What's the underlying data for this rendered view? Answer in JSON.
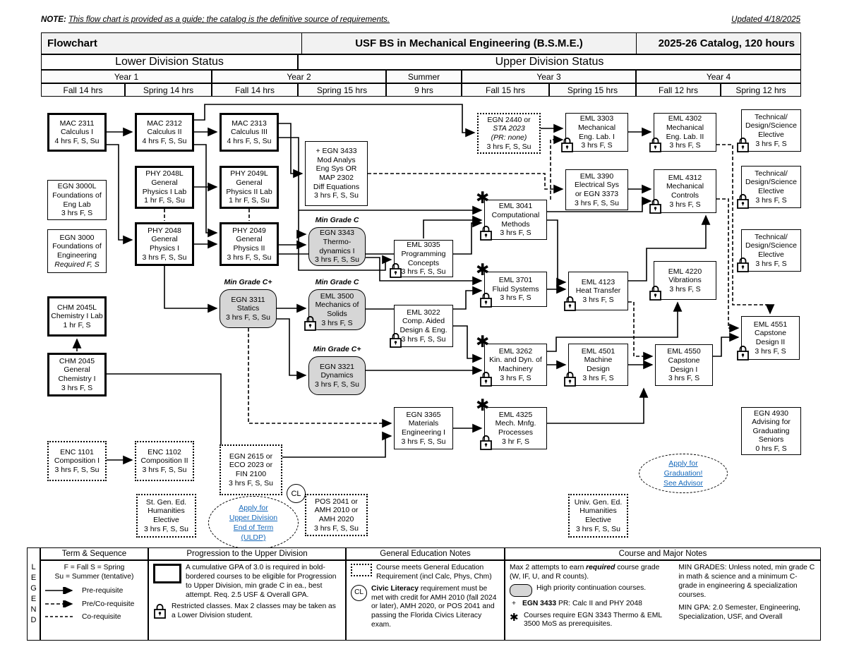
{
  "note": {
    "prefix": "NOTE:",
    "text": "This flow chart is provided as a guide; the catalog is the definitive source of requirements.",
    "updated": "Updated 4/18/2025"
  },
  "title_bar": {
    "left": "Flowchart",
    "center": "USF BS in Mechanical Engineering (B.S.M.E.)",
    "right": "2025-26 Catalog, 120 hours"
  },
  "division_row": [
    "Lower Division Status",
    "Upper Division Status"
  ],
  "year_row": [
    "Year 1",
    "Year 2",
    "Summer",
    "Year 3",
    "Year 4"
  ],
  "term_row": [
    "Fall 14 hrs",
    "Spring 14 hrs",
    "Fall 14 hrs",
    "Spring 15 hrs",
    "9 hrs",
    "Fall 15 hrs",
    "Spring 15 hrs",
    "Fall 12 hrs",
    "Spring 12 hrs"
  ],
  "courses": [
    {
      "id": "mac2311",
      "style": "bold",
      "lines": [
        "MAC 2311",
        "Calculus I",
        "4 hrs  F, S, Su"
      ]
    },
    {
      "id": "mac2312",
      "style": "bold",
      "lines": [
        "MAC 2312",
        "Calculus II",
        "4 hrs  F, S, Su"
      ]
    },
    {
      "id": "mac2313",
      "style": "bold",
      "lines": [
        "MAC 2313",
        "Calculus III",
        "4 hrs  F, S, Su"
      ]
    },
    {
      "id": "egn3433",
      "style": "thin",
      "lines": [
        "+ EGN 3433",
        "Mod Analys",
        "Eng Sys OR",
        "MAP 2302",
        "Diff Equations",
        "3 hrs  F, S, Su"
      ]
    },
    {
      "id": "phy2048l",
      "style": "bold",
      "lines": [
        "PHY 2048L",
        "General",
        "Physics I Lab",
        "1 hr   F, S, Su"
      ]
    },
    {
      "id": "phy2049l",
      "style": "bold",
      "lines": [
        "PHY 2049L",
        "General",
        "Physics II Lab",
        "1 hr   F, S, Su"
      ]
    },
    {
      "id": "egn3000l",
      "style": "thin",
      "lines": [
        "EGN 3000L",
        "Foundations of",
        "Eng Lab",
        "3 hrs   F, S"
      ]
    },
    {
      "id": "egn3000",
      "style": "thin",
      "lines": [
        "EGN 3000",
        "Foundations of",
        "Engineering",
        "Required  F, S"
      ],
      "italic_lines": [
        3
      ]
    },
    {
      "id": "phy2048",
      "style": "bold",
      "lines": [
        "PHY 2048",
        "General",
        "Physics I",
        "3 hrs  F, S, Su"
      ]
    },
    {
      "id": "phy2049",
      "style": "bold",
      "lines": [
        "PHY 2049",
        "General",
        "Physics II",
        "3 hrs  F, S, Su"
      ]
    },
    {
      "id": "egn3343",
      "style": "gray",
      "min_grade": "Min Grade C",
      "lines": [
        "EGN 3343",
        "Thermo-",
        "dynamics I",
        "3 hrs  F, S, Su"
      ]
    },
    {
      "id": "eml3035",
      "style": "thin",
      "lock": true,
      "lines": [
        "EML 3035",
        "Programming",
        "Concepts",
        "3 hrs  F, S, Su"
      ]
    },
    {
      "id": "egn3311",
      "style": "gray",
      "min_grade": "Min Grade C+",
      "lines": [
        "EGN 3311",
        "Statics",
        "3 hrs   F, S, Su"
      ]
    },
    {
      "id": "eml3500",
      "style": "gray",
      "min_grade": "Min Grade C",
      "lock": true,
      "lines": [
        "EML 3500",
        "Mechanics of",
        "Solids",
        "3 hrs F, S"
      ]
    },
    {
      "id": "eml3022",
      "style": "thin",
      "lock": true,
      "lines": [
        "EML 3022",
        "Comp. Aided",
        "Design & Eng.",
        "3 hrs F, S, Su"
      ]
    },
    {
      "id": "egn3321",
      "style": "gray",
      "min_grade": "Min Grade C+",
      "lines": [
        "EGN 3321",
        "Dynamics",
        "3 hrs  F, S, Su"
      ]
    },
    {
      "id": "chm2045l",
      "style": "bold",
      "lines": [
        "CHM 2045L",
        "Chemistry I Lab",
        "1 hr   F, S"
      ]
    },
    {
      "id": "chm2045",
      "style": "bold",
      "lines": [
        "CHM 2045",
        "General",
        "Chemistry I",
        "3 hrs   F, S"
      ]
    },
    {
      "id": "egn2440",
      "style": "dotted",
      "lines": [
        "EGN 2440 or",
        "STA 2023",
        "(PR: none)",
        "3 hrs  F, S, Su"
      ],
      "italic_lines": [
        1,
        2
      ]
    },
    {
      "id": "eml3303",
      "style": "thin",
      "lock": true,
      "lines": [
        "EML 3303",
        "Mechanical",
        "Eng. Lab. I",
        "3 hrs F, S"
      ]
    },
    {
      "id": "eml4302",
      "style": "thin",
      "lock": true,
      "lines": [
        "EML 4302",
        "Mechanical",
        "Eng. Lab. II",
        "3 hrs F, S"
      ]
    },
    {
      "id": "tech1",
      "style": "thin",
      "lock": true,
      "lines": [
        "Technical/",
        "Design/Science",
        "Elective",
        "3 hrs F, S"
      ]
    },
    {
      "id": "eml3390",
      "style": "thin",
      "lines": [
        "EML 3390",
        "Electrical Sys",
        "or EGN 3373",
        "3 hrs  F, S, Su"
      ]
    },
    {
      "id": "eml4312",
      "style": "thin",
      "lock": true,
      "lines": [
        "EML 4312",
        "Mechanical",
        "Controls",
        "3 hrs  F, S"
      ]
    },
    {
      "id": "tech2",
      "style": "thin",
      "lock": true,
      "lines": [
        "Technical/",
        "Design/Science",
        "Elective",
        "3 hrs F, S"
      ]
    },
    {
      "id": "eml3041",
      "style": "thin",
      "lock": true,
      "asterisk": true,
      "lines": [
        "EML 3041",
        "Computational",
        "Methods",
        "3 hrs  F, S"
      ]
    },
    {
      "id": "tech3",
      "style": "thin",
      "lock": true,
      "lines": [
        "Technical/",
        "Design/Science",
        "Elective",
        "3 hrs F, S"
      ]
    },
    {
      "id": "eml3701",
      "style": "thin",
      "lock": true,
      "asterisk": true,
      "lines": [
        "EML 3701",
        "Fluid Systems",
        "3 hrs F, S"
      ]
    },
    {
      "id": "eml4123",
      "style": "thin",
      "lock": true,
      "lines": [
        "EML 4123",
        "Heat Transfer",
        "3 hrs  F, S"
      ]
    },
    {
      "id": "eml4220",
      "style": "thin",
      "lock": true,
      "lines": [
        "EML 4220",
        "Vibrations",
        "3 hrs F, S"
      ]
    },
    {
      "id": "eml3262",
      "style": "thin",
      "lock": true,
      "asterisk": true,
      "lines": [
        "EML 3262",
        "Kin. and Dyn. of",
        "Machinery",
        "3 hrs F, S"
      ]
    },
    {
      "id": "eml4501",
      "style": "thin",
      "lock": true,
      "lines": [
        "EML 4501",
        "Machine",
        "Design",
        "3 hrs F, S"
      ]
    },
    {
      "id": "eml4550",
      "style": "thin",
      "lines": [
        "EML 4550",
        "Capstone",
        "Design I",
        "3 hrs  F, S"
      ]
    },
    {
      "id": "eml4551",
      "style": "thin",
      "lock": true,
      "lines": [
        "EML 4551",
        "Capstone",
        "Design II",
        "3 hrs F, S"
      ]
    },
    {
      "id": "egn3365",
      "style": "thin",
      "lines": [
        "EGN 3365",
        "Materials",
        "Engineering I",
        "3 hrs   F, S, Su"
      ]
    },
    {
      "id": "eml4325",
      "style": "thin",
      "lock": true,
      "asterisk": true,
      "lines": [
        "EML 4325",
        "Mech. Mnfg.",
        "Processes",
        "3 hr F, S"
      ]
    },
    {
      "id": "egn4930",
      "style": "thin",
      "lines": [
        "EGN 4930",
        "Advising for",
        "Graduating",
        "Seniors",
        "0 hrs F, S"
      ]
    },
    {
      "id": "enc1101",
      "style": "dotted",
      "lines": [
        "ENC 1101",
        "Composition I",
        "3 hrs  F, S, Su"
      ]
    },
    {
      "id": "enc1102",
      "style": "dotted",
      "lines": [
        "ENC 1102",
        "Composition II",
        "3 hrs  F, S, Su"
      ]
    },
    {
      "id": "egn2615",
      "style": "dotted",
      "lines": [
        "EGN 2615 or",
        "ECO 2023 or",
        "FIN 2100",
        "3 hrs  F, S, Su"
      ]
    },
    {
      "id": "stgened",
      "style": "dotted",
      "lines": [
        "St. Gen. Ed.",
        "Humanities",
        "Elective",
        "3 hrs  F, S, Su"
      ]
    },
    {
      "id": "pos2041",
      "style": "dotted",
      "lines": [
        "POS 2041 or",
        "AMH 2010 or",
        "AMH 2020",
        "3 hrs  F, S, Su"
      ]
    },
    {
      "id": "univgened",
      "style": "dotted",
      "lines": [
        "Univ. Gen. Ed.",
        "Humanities",
        "Elective",
        "3 hrs  F, S, Su"
      ]
    }
  ],
  "ovals": [
    {
      "id": "uldp",
      "lines": [
        "Apply for",
        "Upper Division",
        "End of Term",
        "(ULDP)"
      ]
    },
    {
      "id": "graduation",
      "lines": [
        "Apply for",
        "Graduation!",
        "See Advisor"
      ]
    }
  ],
  "cl_badge": "CL",
  "legend": {
    "vertical_label": "LEGEND",
    "col1": {
      "header": "Term & Sequence",
      "terms_line1": "F = Fall    S = Spring",
      "terms_line2": "Su = Summer (tentative)",
      "pre": "Pre-requisite",
      "preco": "Pre/Co-requisite",
      "co": "Co-requisite"
    },
    "col2": {
      "header": "Progression to the Upper Division",
      "gpa_text": "A cumulative GPA of 3.0 is required in bold-bordered courses to be eligible for Progression to Upper Division, min grade C in ea., best attempt. Req. 2.5 USF & Overall GPA.",
      "lock_text": "Restricted classes.  Max 2 classes may be taken as a Lower Division student."
    },
    "col3": {
      "header": "General Education Notes",
      "gen_ed_text": "Course meets General Education Requirement (incl Calc, Phys, Chm)",
      "civic_prefix": "Civic Literacy",
      "civic_text": " requirement must be met with credit for AMH 2010 (fall 2024 or later), AMH 2020, or POS 2041 and passing the Florida Civics Literacy exam."
    },
    "col4": {
      "header": "Course and Major Notes",
      "max_pre": "Max 2 attempts to earn ",
      "max_bold": "required",
      "max_post": " course grade (W, IF, U, and R counts).",
      "high_priority": "High priority continuation courses.",
      "plus_sign": "+",
      "plus_bold": "EGN 3433",
      "plus_text": " PR: Calc II and PHY 2048",
      "star_sign": "✱",
      "star_text": "Courses require EGN 3343 Thermo & EML 3500 MoS as prerequisites.",
      "min_grades": "MIN GRADES: Unless noted, min grade C in math & science and a minimum C- grade in engineering & specialization courses.",
      "min_gpa": "MIN GPA: 2.0 Semester, Engineering, Specialization, USF, and Overall"
    }
  },
  "colors": {
    "link_blue": "#1669bb",
    "high_priority_gray": "#d6d6d6"
  }
}
